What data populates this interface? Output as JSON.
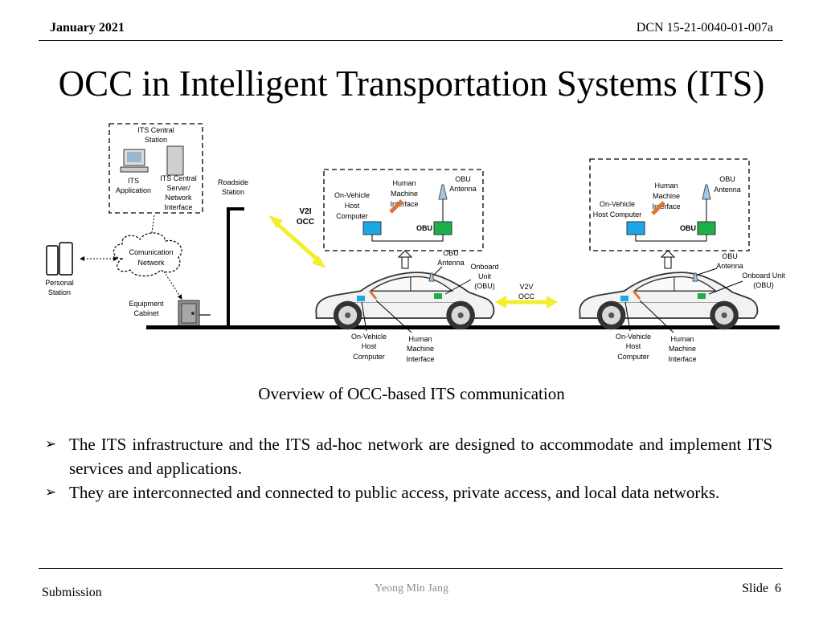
{
  "header": {
    "date": "January 2021",
    "doc_id": "DCN 15-21-0040-01-007a"
  },
  "title": "OCC in Intelligent Transportation Systems (ITS)",
  "diagram": {
    "its_central_station": [
      "ITS Central",
      "Station"
    ],
    "its_application": [
      "ITS",
      "Application"
    ],
    "its_central_server": [
      "ITS Central",
      "Server/",
      "Network",
      "Interface"
    ],
    "roadside_station": [
      "Roadside",
      "Station"
    ],
    "communication_network": [
      "Comunication",
      "Network"
    ],
    "personal_station": [
      "Personal",
      "Station"
    ],
    "equipment_cabinet": [
      "Equipment",
      "Cabinet"
    ],
    "v2i_occ": [
      "V2I",
      "OCC"
    ],
    "v2v_occ": [
      "V2V",
      "OCC"
    ],
    "vehicle1": {
      "hmi_box": [
        "Human",
        "Machine",
        "Interface"
      ],
      "host_box": [
        "On-Vehicle",
        "Host",
        "Computer"
      ],
      "obu_antenna_box": [
        "OBU",
        "Antenna"
      ],
      "obu_box": "OBU",
      "obu_antenna_car": [
        "OBU",
        "Antenna"
      ],
      "onboard_unit": [
        "Onboard",
        "Unit",
        "(OBU)"
      ],
      "host_below": [
        "On-Vehicle",
        "Host",
        "Computer"
      ],
      "hmi_below": [
        "Human",
        "Machine",
        "Interface"
      ]
    },
    "vehicle2": {
      "hmi_box": [
        "Human",
        "Machine",
        "Interface"
      ],
      "host_box": [
        "On-Vehicle",
        "Host Computer"
      ],
      "obu_antenna_box": [
        "OBU",
        "Antenna"
      ],
      "obu_box": "OBU",
      "obu_antenna_car": [
        "OBU",
        "Antenna"
      ],
      "onboard_unit": [
        "Onboard Unit",
        "(OBU)"
      ],
      "host_below": [
        "On-Vehicle",
        "Host",
        "Computer"
      ],
      "hmi_below": [
        "Human",
        "Machine",
        "Interface"
      ]
    },
    "colors": {
      "host": "#1ea7e8",
      "obu": "#1db04a",
      "hmi": "#d9773a",
      "antenna": "#9fc8e8",
      "v2i_arrow": "#f2ee2e"
    }
  },
  "caption": "Overview of OCC-based ITS communication",
  "bullets": [
    "The ITS infrastructure and the ITS ad-hoc network are designed to accommodate and implement ITS services and applications.",
    "They are interconnected and connected to public access, private access, and local data networks."
  ],
  "footer": {
    "left": "Submission",
    "center": "Yeong Min Jang",
    "slide_label": "Slide",
    "slide_number": "6"
  }
}
